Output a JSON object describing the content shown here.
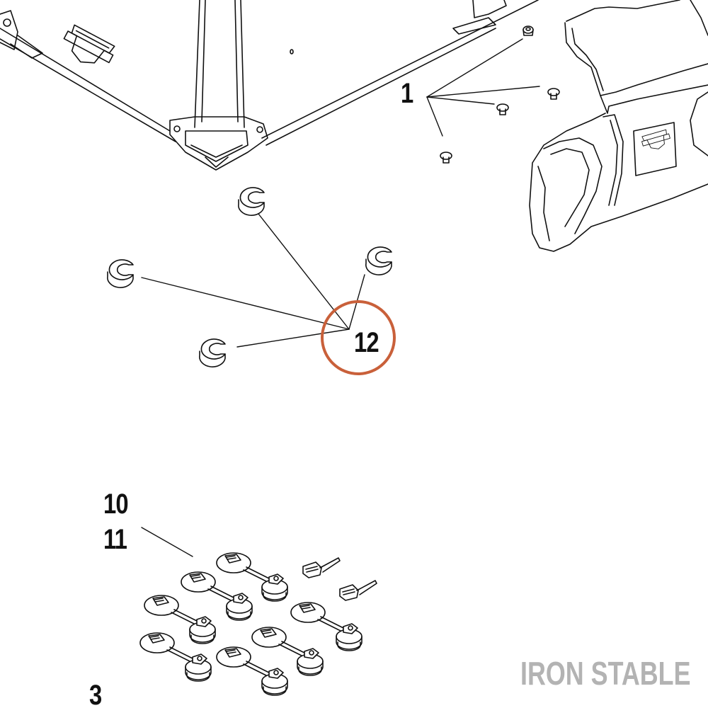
{
  "callouts": {
    "c1": "1",
    "c12": "12",
    "c10": "10",
    "c11": "11",
    "c3": "3"
  },
  "watermark": "IRON STABLE",
  "colors": {
    "line": "#111111",
    "highlight_circle": "#c9603a",
    "watermark": "#b3b3b3"
  },
  "icons": {
    "bar_and_shield": "bar-and-shield-logo-icon",
    "key": "key-icon"
  }
}
